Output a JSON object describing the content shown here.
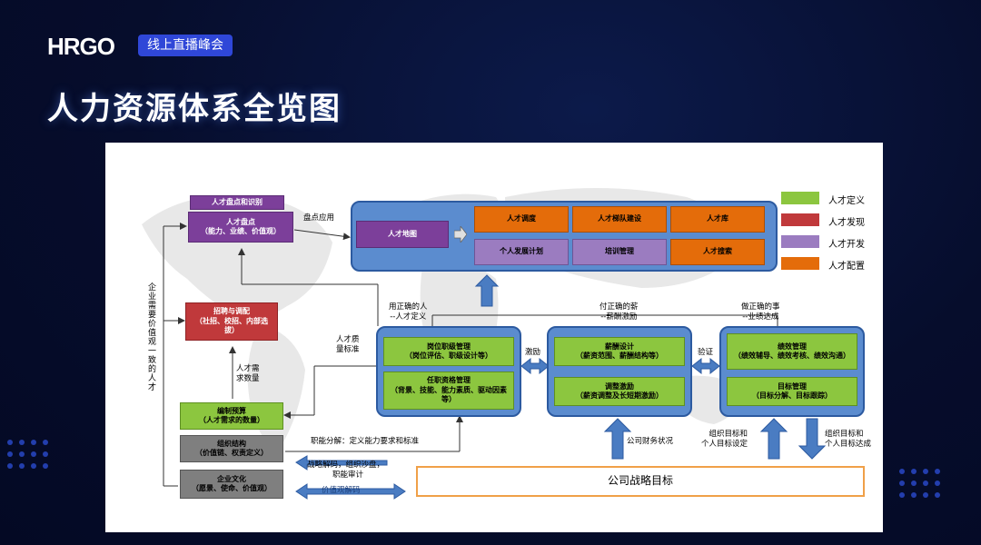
{
  "header": {
    "logo": "HRGO",
    "badge": "线上直播峰会",
    "title": "人力资源体系全览图"
  },
  "legend": [
    {
      "label": "人才定义",
      "color": "#8cc63f"
    },
    {
      "label": "人才发现",
      "color": "#c0393b"
    },
    {
      "label": "人才开发",
      "color": "#9b7cc0"
    },
    {
      "label": "人才配置",
      "color": "#e46c0a"
    }
  ],
  "talent_inventory": {
    "header": "人才盘点和识别",
    "title": "人才盘点",
    "subtitle": "（能力、业绩、价值观）"
  },
  "inventory_apply": "盘点应用",
  "talent_map": "人才地图",
  "top_panel": {
    "row1": [
      "人才调度",
      "人才梯队建设",
      "人才库"
    ],
    "row2": [
      "个人发展计划",
      "培训管理",
      "人才搜索"
    ]
  },
  "vertical_note": "企业需要价值观一致的人才",
  "recruit": {
    "title": "招聘与调配",
    "subtitle": "（社招、校招、内部选拔）"
  },
  "budget": {
    "title": "编制预算",
    "subtitle": "（人才需求的数量）"
  },
  "org_structure": {
    "title": "组织结构",
    "subtitle": "（价值链、权责定义）"
  },
  "culture": {
    "title": "企业文化",
    "subtitle": "（愿景、使命、价值观）"
  },
  "labels": {
    "right_person": "用正确的人",
    "talent_def": "--人才定义",
    "right_pay": "付正确的薪",
    "pay_incentive": "--薪酬激励",
    "right_thing": "做正确的事",
    "performance": "--业绩达成",
    "talent_demand": "人才需",
    "demand_qty": "求数量",
    "talent_quality": "人才质",
    "quality_std": "量标准",
    "incentive": "激励",
    "verify": "验证",
    "func_decomp": "职能分解：定义能力要求和标准",
    "strategy_decode": "战略解码，组织沙盘，",
    "func_audit": "职能审计",
    "value_decode": "价值观解码",
    "finance": "公司财务状况",
    "org_goal_set_1": "组织目标和",
    "org_goal_set_2": "个人目标设定",
    "org_goal_reach_1": "组织目标和",
    "org_goal_reach_2": "个人目标达成"
  },
  "job_panel": {
    "box1_title": "岗位职级管理",
    "box1_sub": "（岗位评估、职级设计等）",
    "box2_title": "任职资格管理",
    "box2_sub": "（背景、技能、能力素质、驱动因素等）"
  },
  "pay_panel": {
    "box1_title": "薪酬设计",
    "box1_sub": "（薪资范围、薪酬结构等）",
    "box2_title": "调整激励",
    "box2_sub": "（薪资调整及长短期激励）"
  },
  "perf_panel": {
    "box1_title": "绩效管理",
    "box1_sub": "（绩效辅导、绩效考核、绩效沟通）",
    "box2_title": "目标管理",
    "box2_sub": "（目标分解、目标跟踪）"
  },
  "strategy_goal": "公司战略目标"
}
